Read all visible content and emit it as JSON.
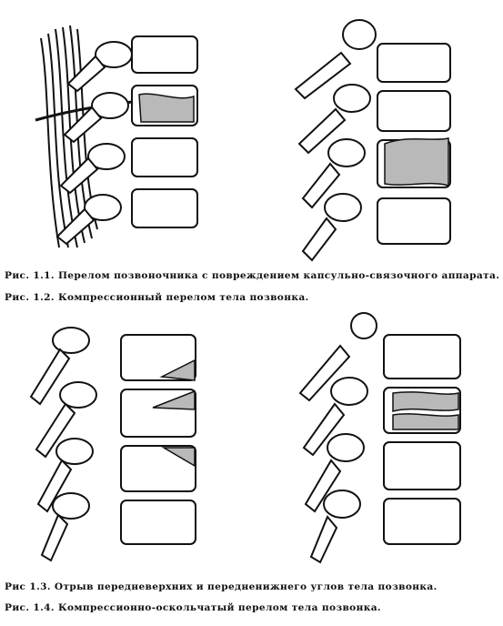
{
  "captions": {
    "fig_1_1": "Рис. 1.1. Перелом позвоночника с повреждением капсульно-связочного аппарата.",
    "fig_1_2": "Рис. 1.2. Компрессионный перелом тела позвонка.",
    "fig_1_3": "Рис 1.3. Отрыв передневерхних и передненижнего углов тела позвонка.",
    "fig_1_4": "Рис. 1.4. Компрессионно-оскольчатый перелом тела позвонка."
  },
  "colors": {
    "ink": "#111111",
    "fracture_fill": "#b9b9b9",
    "bone_fill": "#ffffff"
  }
}
